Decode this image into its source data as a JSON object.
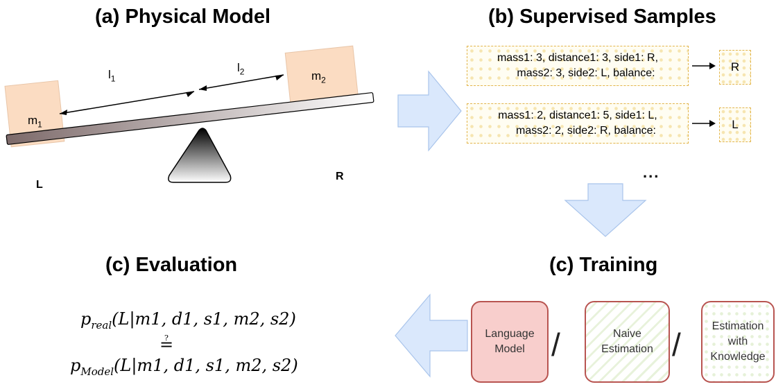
{
  "panels": {
    "physical": {
      "title": "(a) Physical Model",
      "mass1": "m",
      "mass1_sub": "1",
      "mass2": "m",
      "mass2_sub": "2",
      "len1": "l",
      "len1_sub": "1",
      "len2": "l",
      "len2_sub": "2",
      "left_side": "L",
      "right_side": "R"
    },
    "samples": {
      "title": "(b) Supervised Samples",
      "items": [
        {
          "line1": "mass1: 3, distance1: 3, side1: R,",
          "line2": "mass2: 3, side2: L, balance:",
          "label": "R"
        },
        {
          "line1": "mass1: 2, distance1: 5, side1: L,",
          "line2": "mass2: 2, side2: R, balance:",
          "label": "L"
        }
      ],
      "ellipsis": "..."
    },
    "training": {
      "title": "(c) Training",
      "boxes": [
        "Language Model",
        "Naive Estimation",
        "Estimation with Knowledge"
      ],
      "separator": "/"
    },
    "evaluation": {
      "title": "(c) Evaluation",
      "line1_p": "p",
      "line1_sub": "real",
      "line1_rest": "(L|m1, d1, s1, m2, s2)",
      "question": "?",
      "equals": "=",
      "line2_p": "p",
      "line2_sub": "Model",
      "line2_rest": "(L|m1, d1, s1, m2, s2)"
    }
  },
  "colors": {
    "mass_fill": "#fbdcc2",
    "arrow_fill": "#dae8fc",
    "arrow_stroke": "#a9c4eb",
    "sample_border": "#e2b44a",
    "train_border": "#b85450",
    "lm_fill": "#f8cecc"
  }
}
